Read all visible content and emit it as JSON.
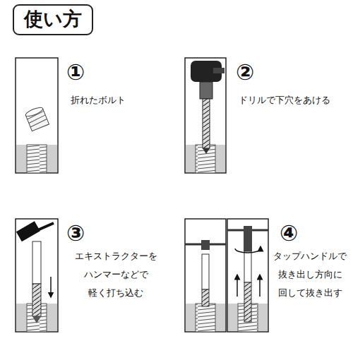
{
  "diagram": {
    "title": "使い方",
    "labels": [
      "①",
      "折れたボルト",
      "②",
      "ドリルで下穴をあける",
      "③",
      "エキストラクターを ハンマーなどで 軽く打ち込む",
      "④",
      "タップハンドルで 抜き出し方向に 回して抜き出す"
    ]
  }
}
